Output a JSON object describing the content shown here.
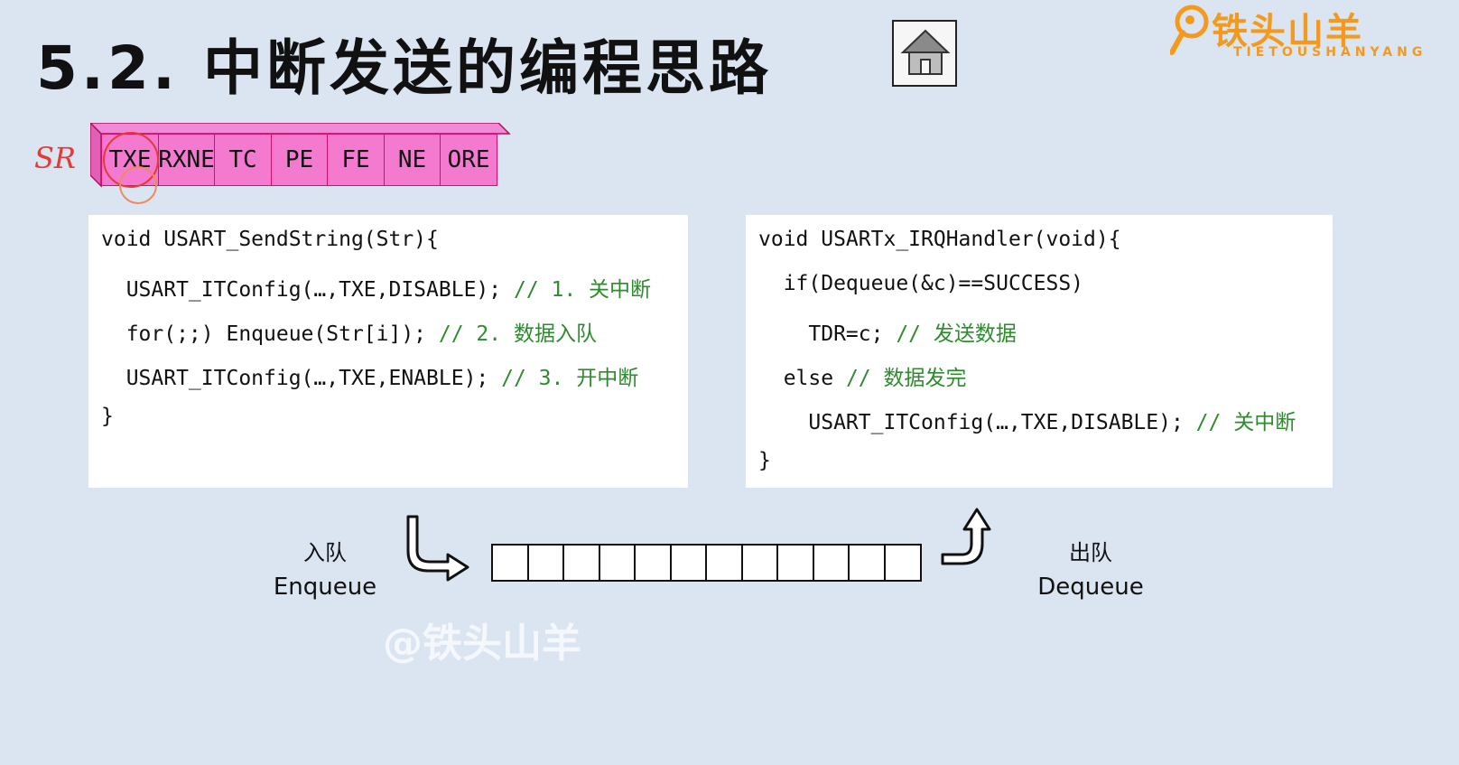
{
  "header": {
    "title": "5.2. 中断发送的编程思路",
    "home_icon": "home-icon"
  },
  "logo": {
    "text": "铁头山羊",
    "subtitle": "TIETOUSHANYANG"
  },
  "register": {
    "label": "SR",
    "bits": [
      "TXE",
      "RXNE",
      "TC",
      "PE",
      "FE",
      "NE",
      "ORE"
    ],
    "highlight_color": "#e53935",
    "cell_color": "#f47ad0"
  },
  "code_left": {
    "lines": [
      {
        "code": "void USART_SendString(Str){",
        "comment": ""
      },
      {
        "code": "  USART_ITConfig(…,TXE,DISABLE); ",
        "comment": "// 1. 关中断"
      },
      {
        "code": "  for(;;) Enqueue(Str[i]); ",
        "comment": "// 2. 数据入队"
      },
      {
        "code": "  USART_ITConfig(…,TXE,ENABLE); ",
        "comment": "// 3. 开中断"
      },
      {
        "code": "}",
        "comment": ""
      }
    ]
  },
  "code_right": {
    "lines": [
      {
        "code": "void USARTx_IRQHandler(void){",
        "comment": ""
      },
      {
        "code": "  if(Dequeue(&c)==SUCCESS)",
        "comment": ""
      },
      {
        "code": "    TDR=c; ",
        "comment": "// 发送数据"
      },
      {
        "code": "  else ",
        "comment": "// 数据发完"
      },
      {
        "code": "    USART_ITConfig(…,TXE,DISABLE); ",
        "comment": "// 关中断"
      },
      {
        "code": "}",
        "comment": ""
      }
    ]
  },
  "queue": {
    "enqueue_cn": "入队",
    "enqueue_en": "Enqueue",
    "dequeue_cn": "出队",
    "dequeue_en": "Dequeue",
    "cell_count": 12
  },
  "watermark": "@铁头山羊",
  "colors": {
    "background": "#dbe5f2",
    "comment": "#2e8b2e",
    "logo": "#f39a1e"
  }
}
